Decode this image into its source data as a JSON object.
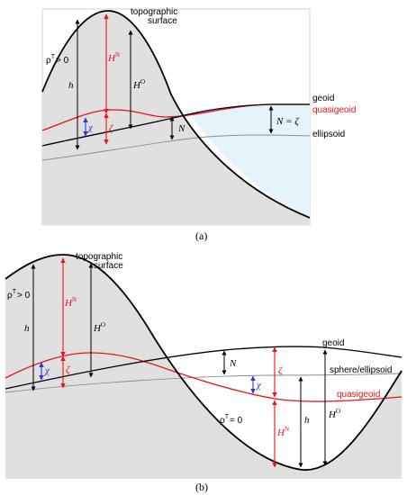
{
  "colors": {
    "terrain_fill": "#e0e0e0",
    "ocean_fill": "#e4f4fa",
    "geoid": "#000000",
    "quasigeoid": "#e8141c",
    "ellipsoid": "#8c8c8c",
    "chi_arrow": "#2b3bc8",
    "background": "#ffffff"
  },
  "panel_a": {
    "caption": "(a)",
    "topographic_surface_line1": "topographic",
    "topographic_surface_line2": "surface",
    "density": "ρ",
    "density_sup": "T",
    "density_rel": "> 0",
    "h": "h",
    "H_N": "H",
    "H_N_sup": "N",
    "H_O": "H",
    "H_O_sup": "O",
    "chi": "χ",
    "zeta": "ζ",
    "N": "N",
    "N_eq_zeta": "N = ζ",
    "geoid": "geoid",
    "quasigeoid": "quasigeoid",
    "ellipsoid": "ellipsoid"
  },
  "panel_b": {
    "caption": "(b)",
    "topographic_surface_line1": "topographic",
    "topographic_surface_line2": "surface",
    "density": "ρ",
    "density_sup": "T",
    "density_rel": "> 0",
    "density2": "ρ",
    "density2_sup": "T",
    "density2_rel": "= 0",
    "h_left": "h",
    "H_N_left": "H",
    "H_N_left_sup": "N",
    "H_O_left": "H",
    "H_O_left_sup": "O",
    "chi_left": "χ",
    "zeta_left": "ζ",
    "N": "N",
    "zeta_right": "ζ",
    "chi_right": "χ",
    "H_N_right": "H",
    "H_N_right_sup": "N",
    "h_right": "h",
    "H_O_right": "H",
    "H_O_right_sup": "O",
    "geoid": "geoid",
    "sphere_ellipsoid": "sphere/ellipsoid",
    "quasigeoid": "quasigeoid"
  }
}
